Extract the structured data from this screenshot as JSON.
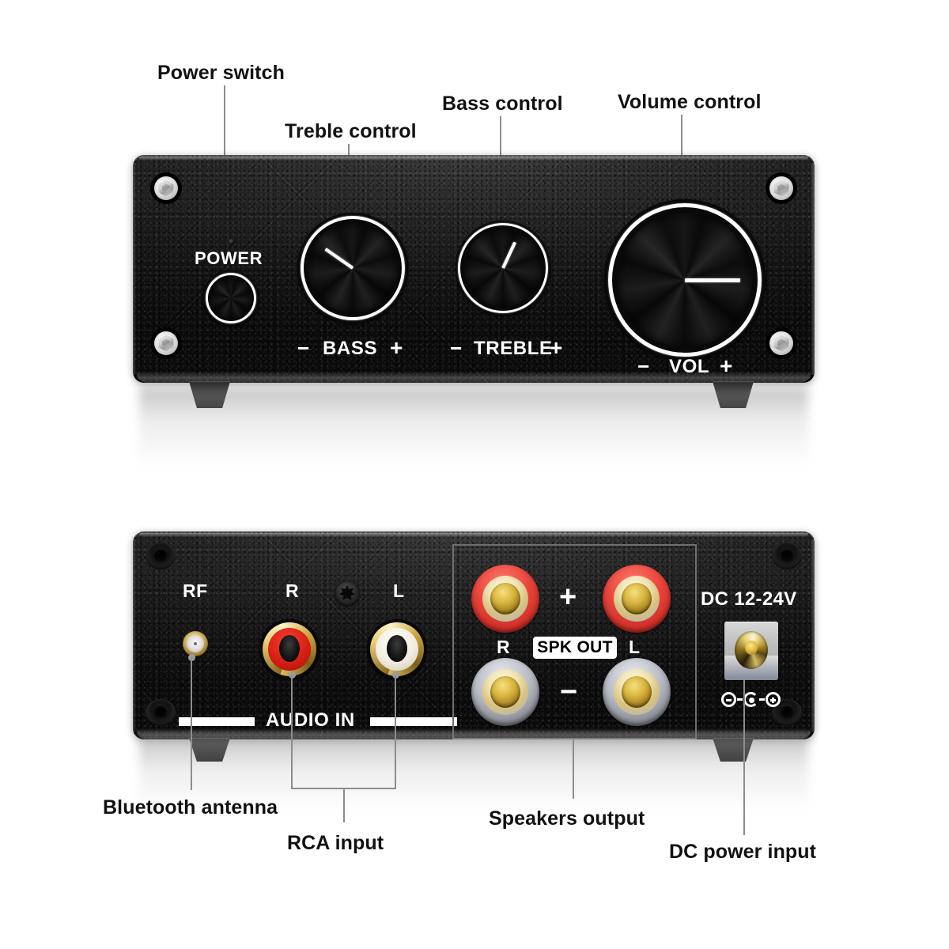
{
  "product": {
    "type": "mini stereo power amplifier",
    "views": [
      {
        "name": "front-panel"
      },
      {
        "name": "rear-panel"
      }
    ]
  },
  "callouts": {
    "front": [
      {
        "id": "power-switch",
        "label": "Power switch"
      },
      {
        "id": "treble-control",
        "label": "Treble control"
      },
      {
        "id": "bass-control",
        "label": "Bass control"
      },
      {
        "id": "volume-control",
        "label": "Volume control"
      }
    ],
    "rear": [
      {
        "id": "bluetooth-antenna",
        "label": "Bluetooth antenna"
      },
      {
        "id": "rca-input",
        "label": "RCA input"
      },
      {
        "id": "speakers-output",
        "label": "Speakers output"
      },
      {
        "id": "dc-power-input",
        "label": "DC power input"
      }
    ]
  },
  "front_panel": {
    "power_label": "POWER",
    "knobs": [
      {
        "id": "power-knob",
        "legend_minus": "",
        "legend": "",
        "legend_plus": "",
        "indicator_deg": null
      },
      {
        "id": "bass-knob",
        "legend_minus": "−",
        "legend": "BASS",
        "legend_plus": "+",
        "indicator_deg": 215
      },
      {
        "id": "treble-knob",
        "legend_minus": "−",
        "legend": "TREBLE",
        "legend_plus": "+",
        "indicator_deg": 295
      },
      {
        "id": "volume-knob",
        "legend_minus": "−",
        "legend": "VOL",
        "legend_plus": "+",
        "indicator_deg": 0
      }
    ]
  },
  "rear_panel": {
    "rf_label": "RF",
    "rca_right_label": "R",
    "rca_left_label": "L",
    "audio_in_label": "AUDIO IN",
    "spk": {
      "badge": "SPK OUT",
      "plus": "+",
      "minus": "−",
      "right_label": "R",
      "left_label": "L"
    },
    "dc_label": "DC 12-24V",
    "polarity": {
      "minus": "⊖",
      "center": "C",
      "plus": "⊕"
    }
  },
  "colors": {
    "chassis": "#141414",
    "text_on_panel": "#ffffff",
    "callout_text": "#111111",
    "callout_line": "#8d8d8d",
    "rca_right": "#d81f12",
    "rca_left": "#f4f1e6",
    "post_positive": "#e8433a",
    "post_negative": "#b9bcc4",
    "gold": "#d7b23c",
    "background": "#ffffff"
  }
}
